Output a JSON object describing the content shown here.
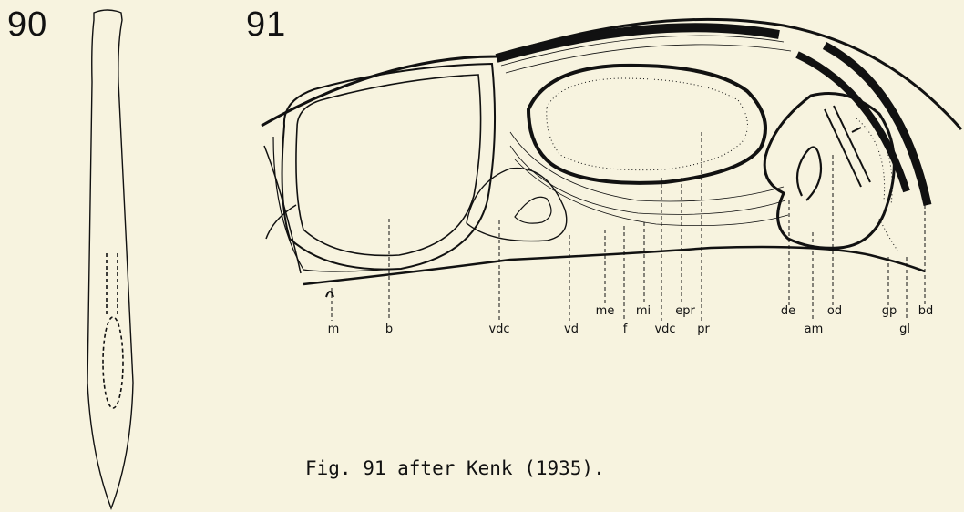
{
  "figures": {
    "fig90": {
      "number": "90"
    },
    "fig91": {
      "number": "91"
    }
  },
  "labels": {
    "m": "m",
    "b": "b",
    "vdc_left": "vdc",
    "vd": "vd",
    "me": "me",
    "f": "f",
    "mi": "mi",
    "vdc_right": "vdc",
    "epr": "epr",
    "pr": "pr",
    "de": "de",
    "am": "am",
    "od": "od",
    "gp": "gp",
    "gl": "gl",
    "bd": "bd"
  },
  "caption": "Fig. 91 after Kenk (1935)."
}
